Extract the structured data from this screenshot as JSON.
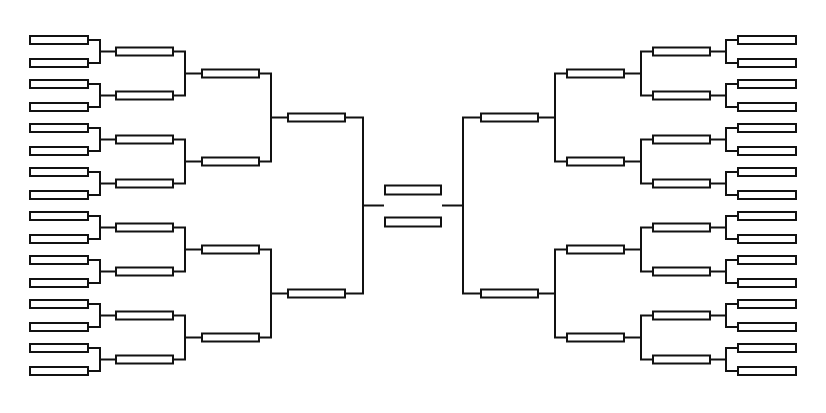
{
  "bracket": {
    "type": "single-elimination",
    "entrants": 32,
    "entrants_per_side": 16,
    "sides": [
      "left",
      "right"
    ],
    "rounds": [
      {
        "round": 1,
        "slots_per_side": 16
      },
      {
        "round": 2,
        "slots_per_side": 8
      },
      {
        "round": 3,
        "slots_per_side": 4
      },
      {
        "round": 4,
        "slots_per_side": 2
      },
      {
        "round": 5,
        "slots_per_side": 1
      }
    ],
    "final_slots": 2,
    "slot_labels": []
  },
  "colors": {
    "background": "#ffffff",
    "line": "#111111",
    "slot_fill": "#ffffff"
  }
}
